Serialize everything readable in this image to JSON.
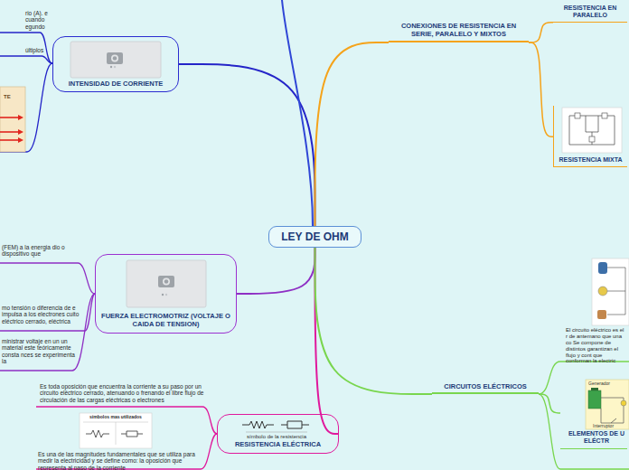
{
  "diagram": {
    "nodes": [
      {
        "text": [
          "LEY DE OHM"
        ]
      },
      {
        "text": [
          "INTENSIDAD DE CORRIENTE"
        ]
      },
      {
        "text": [
          "FUERZA ELECTROMOTRIZ (VOLTAJE O CAIDA DE TENSION)"
        ]
      },
      {
        "text": [
          "RESISTENCIA ELÉCTRICA"
        ]
      },
      {
        "text": [
          "CONEXIONES DE RESISTENCIA EN SERIE, PARALELO Y MIXTOS"
        ]
      },
      {
        "text": [
          "RESISTENCIA EN PARALELO"
        ]
      },
      {
        "text": [
          "RESISTENCIA MIXTA"
        ]
      },
      {
        "text": [
          "CIRCUITOS ELÉCTRICOS"
        ]
      },
      {
        "text": [
          "ELEMENTOS DE U ELÉCTR"
        ]
      }
    ],
    "edges": [
      {
        "from": 0,
        "to": 1,
        "arrow": "none"
      },
      {
        "from": 0,
        "to": 2,
        "arrow": "none"
      },
      {
        "from": 0,
        "to": 3,
        "arrow": "none"
      },
      {
        "from": 0,
        "to": 4,
        "arrow": "none"
      },
      {
        "from": 4,
        "to": 5,
        "arrow": "none"
      },
      {
        "from": 4,
        "to": 6,
        "arrow": "none"
      },
      {
        "from": 0,
        "to": 7,
        "arrow": "none"
      },
      {
        "from": 7,
        "to": 8,
        "arrow": "none"
      }
    ],
    "labels": [
      "rio (A). e cuando egundo",
      "últiplos",
      "TE",
      "(FEM) a la energia dio o dispositivo que",
      "mo tensión o diferencia de e impulsa a los electrones cuito eléctrico cerrado, eléctrica",
      "ministrar voltaje en un un material este teóricamente consta nces se experimenta la",
      "Es toda oposición que encuentra la corriente a su paso por un circuito eléctrico cerrado, atenuando o frenando el libre flujo de circulación de las cargas eléctricas o electrones",
      "símbolos mas utilizados",
      "símbolo de la resistencia",
      "Es una de las magnitudes fundamentales que se utiliza para medir la electricidad y se define como: la oposición que representa al paso de la corriente",
      "El circuito eléctrico es el r de antemano que una co Se compone de distintos garantizan el flujo y cont que conforman la electric",
      "Generador",
      "Interruptor"
    ]
  }
}
